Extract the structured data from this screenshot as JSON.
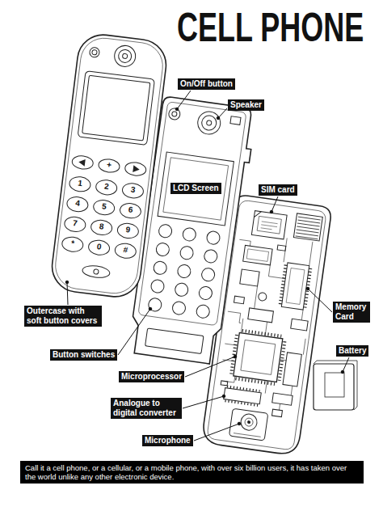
{
  "diagram": {
    "title": "CELL PHONE",
    "caption": "Call it a cell phone, or a cellular, or a mobile phone, with over six billion users, it has taken over the world unlike any other electronic device.",
    "nodes": [
      {
        "text": [
          "On/Off button"
        ]
      },
      {
        "text": [
          "Speaker"
        ]
      },
      {
        "text": [
          "LCD Screen"
        ]
      },
      {
        "text": [
          "SIM card"
        ]
      },
      {
        "text": [
          "Memory Card"
        ]
      },
      {
        "text": [
          "Outercase with soft button covers"
        ]
      },
      {
        "text": [
          "Battery"
        ]
      },
      {
        "text": [
          "Button switches"
        ]
      },
      {
        "text": [
          "Microprocessor"
        ]
      },
      {
        "text": [
          "Analogue to digital converter"
        ]
      },
      {
        "text": [
          "Microphone"
        ]
      }
    ],
    "labels": [
      "+",
      "1",
      "2",
      "3",
      "4",
      "5",
      "6",
      "7",
      "8",
      "9",
      "*",
      "0",
      "#"
    ]
  }
}
